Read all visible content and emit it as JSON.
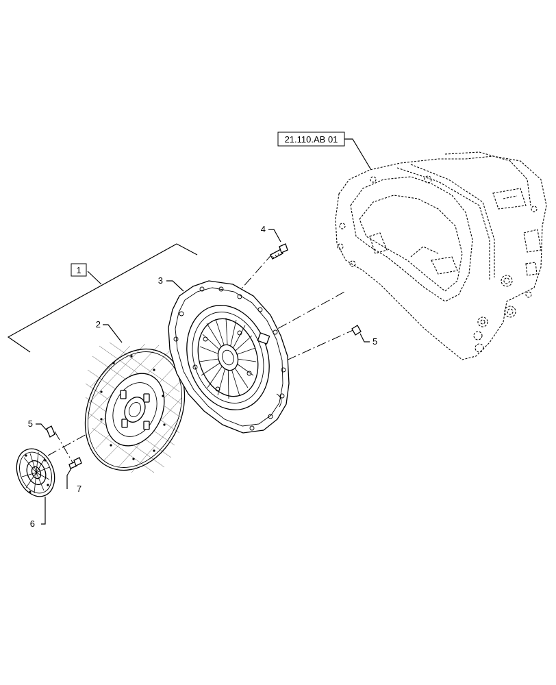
{
  "callouts": {
    "kit": "1",
    "friction_disc": "2",
    "pressure_plate": "3",
    "bolt_top": "4",
    "pin_right": "5",
    "pin_left": "5",
    "damper": "6",
    "screw": "7"
  },
  "reference": {
    "housing_ref": "21.110.AB 01"
  }
}
